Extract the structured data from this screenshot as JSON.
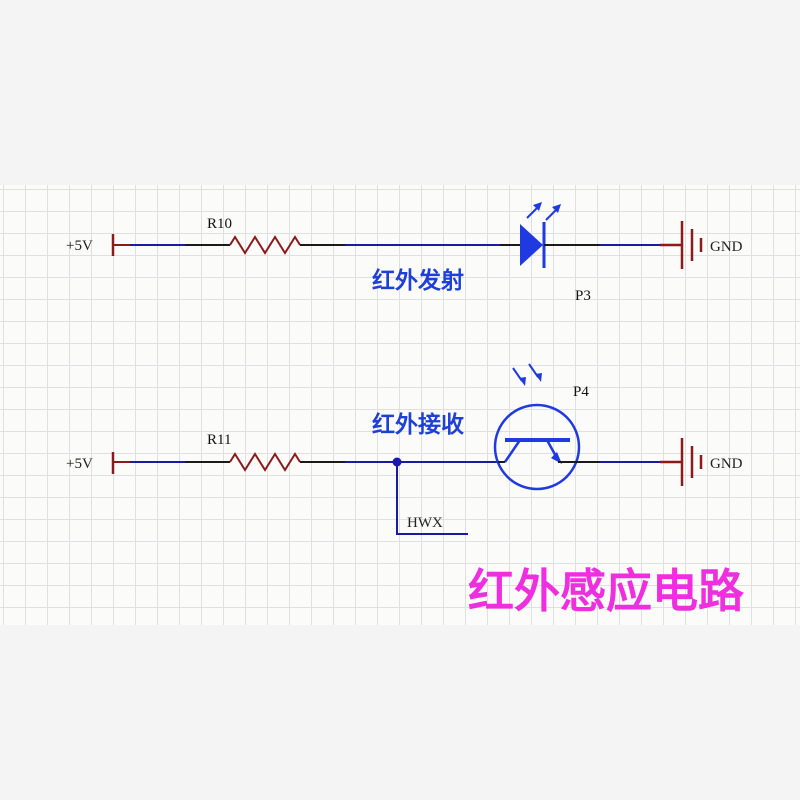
{
  "title": "红外感应电路",
  "transmitter": {
    "label": "红外发射",
    "power": "+5V",
    "resistor": "R10",
    "led": "P3",
    "ground": "GND"
  },
  "receiver": {
    "label": "红外接收",
    "power": "+5V",
    "resistor": "R11",
    "phototransistor": "P4",
    "ground": "GND",
    "net": "HWX"
  },
  "colors": {
    "wire": "#1a1aa8",
    "power": "#8c1a1a",
    "component": "#8c1a1a",
    "led": "#1f3ae0",
    "label": "#1e3fd8",
    "title": "#ef2ee0"
  }
}
